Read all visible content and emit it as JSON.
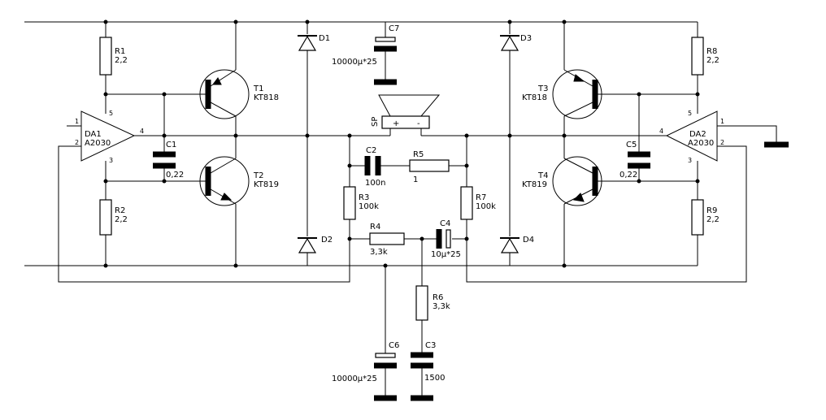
{
  "labels": {
    "r1": {
      "name": "R1",
      "value": "2,2"
    },
    "r2": {
      "name": "R2",
      "value": "2,2"
    },
    "r3": {
      "name": "R3",
      "value": "100k"
    },
    "r4": {
      "name": "R4",
      "value": "3,3k"
    },
    "r5": {
      "name": "R5",
      "value": "1"
    },
    "r6": {
      "name": "R6",
      "value": "3,3k"
    },
    "r7": {
      "name": "R7",
      "value": "100k"
    },
    "r8": {
      "name": "R8",
      "value": "2,2"
    },
    "r9": {
      "name": "R9",
      "value": "2,2"
    },
    "c1": {
      "name": "C1",
      "value": "0,22"
    },
    "c2": {
      "name": "C2",
      "value": "100n"
    },
    "c3": {
      "name": "C3",
      "value": "1500"
    },
    "c4": {
      "name": "C4",
      "value": "10µ*25"
    },
    "c5": {
      "name": "C5",
      "value": "0,22"
    },
    "c6": {
      "name": "C6",
      "value": "10000µ*25"
    },
    "c7": {
      "name": "C7",
      "value": "10000µ*25"
    },
    "d1": "D1",
    "d2": "D2",
    "d3": "D3",
    "d4": "D4",
    "t1": {
      "name": "T1",
      "type": "KT818"
    },
    "t2": {
      "name": "T2",
      "type": "KT819"
    },
    "t3": {
      "name": "T3",
      "type": "KT818"
    },
    "t4": {
      "name": "T4",
      "type": "KT819"
    },
    "da1": {
      "name": "DA1",
      "type": "A2030"
    },
    "da2": {
      "name": "DA2",
      "type": "A2030"
    },
    "sp": "SP",
    "plus": "+",
    "minus": "-",
    "pins": {
      "one": "1",
      "two": "2",
      "three": "3",
      "four": "4",
      "five": "5"
    }
  }
}
